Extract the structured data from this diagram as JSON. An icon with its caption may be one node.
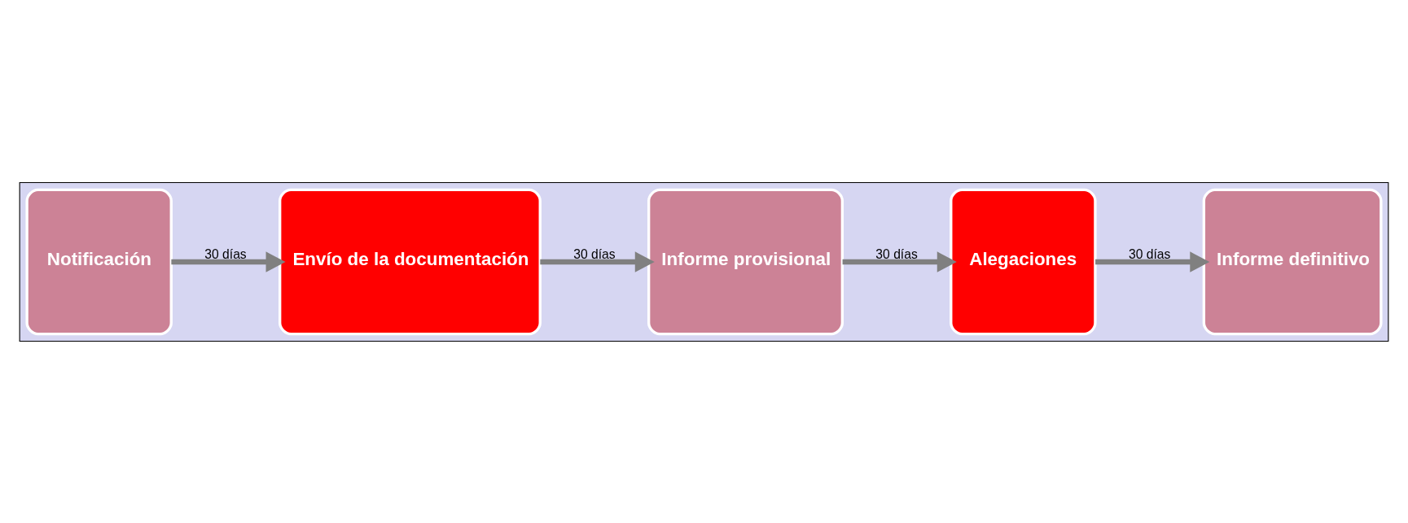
{
  "diagram": {
    "nodes": [
      {
        "text": [],
        "shape": "arrow"
      },
      {
        "text": [
          "Notificación"
        ],
        "in": 0
      },
      {
        "text": [
          "Envío de la documentación"
        ],
        "in": 0
      },
      {
        "text": [
          "Informe provisional"
        ],
        "in": 0
      },
      {
        "text": [
          "Alegaciones"
        ],
        "in": 0
      },
      {
        "text": [
          "Informe definitivo"
        ],
        "in": 0
      }
    ],
    "edges": [
      {
        "from": 1,
        "to": 2,
        "arrow": "to",
        "label": "30 días"
      },
      {
        "from": 2,
        "to": 3,
        "arrow": "to",
        "label": "30 días"
      },
      {
        "from": 3,
        "to": 4,
        "arrow": "to",
        "label": "30 días"
      },
      {
        "from": 4,
        "to": 5,
        "arrow": "to",
        "label": "30 días"
      }
    ]
  }
}
